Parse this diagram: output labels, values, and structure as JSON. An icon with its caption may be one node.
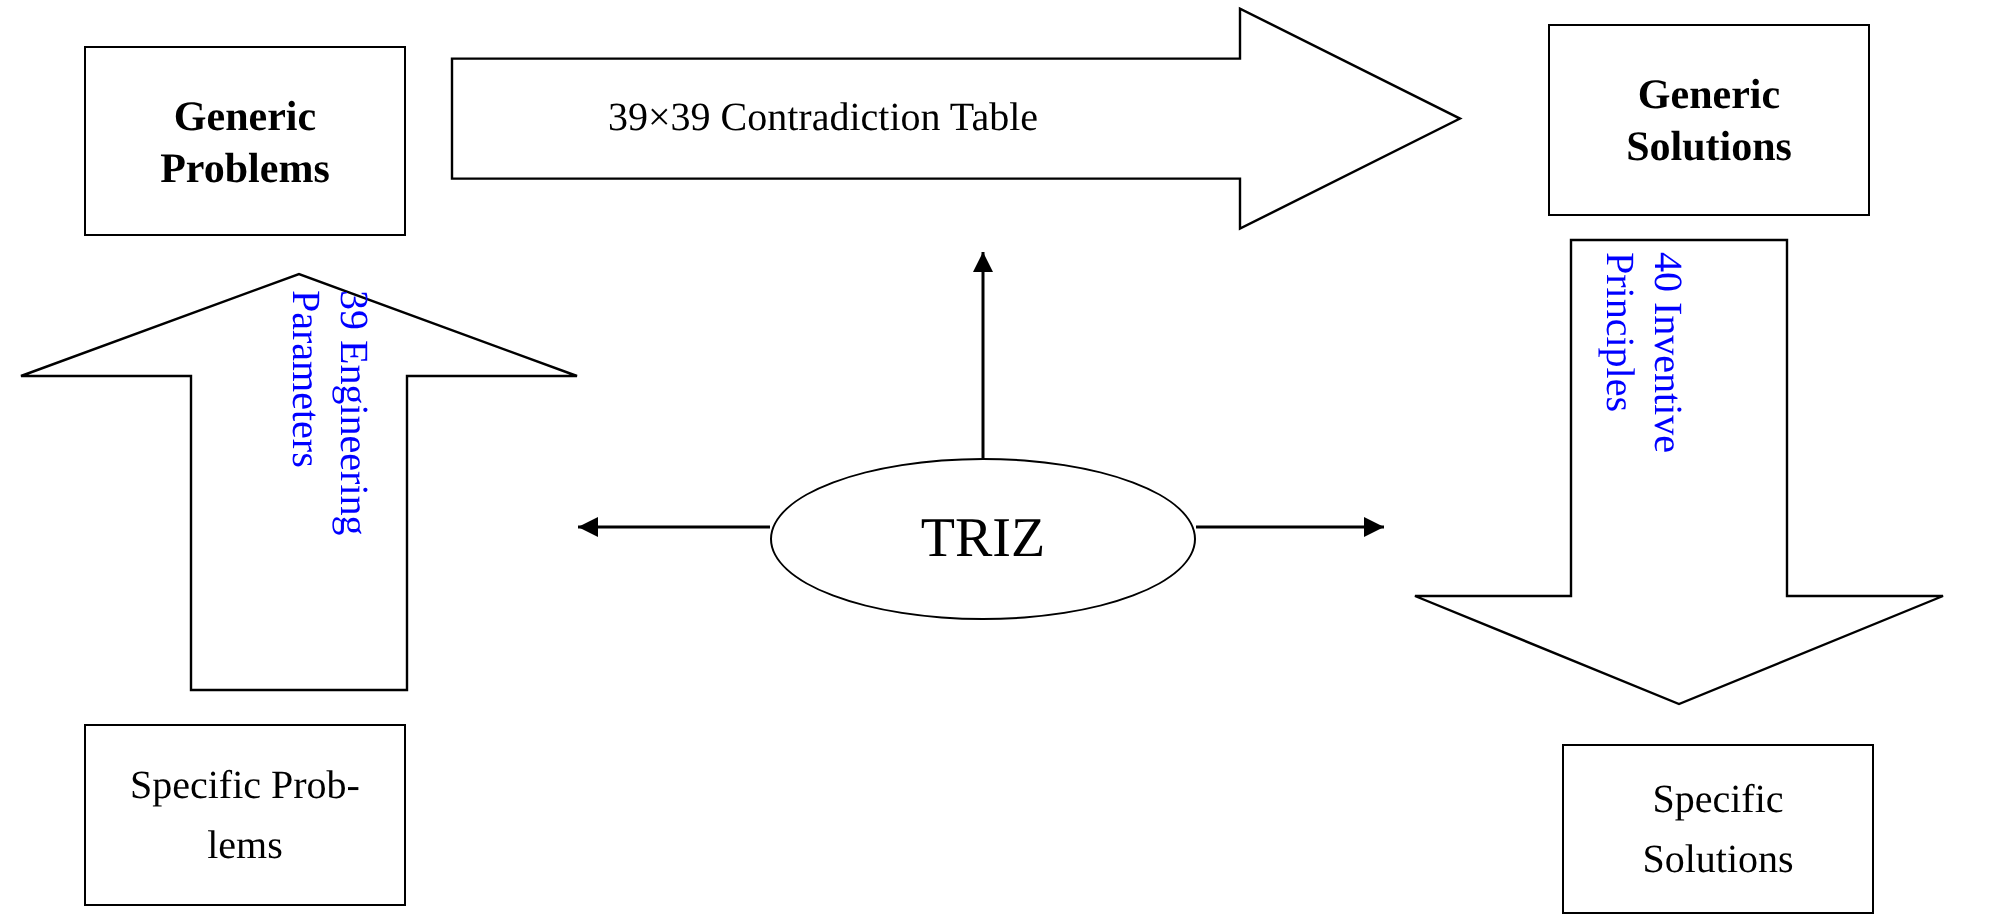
{
  "diagram": {
    "nodes": [
      {
        "text": [
          "Generic Problems"
        ]
      },
      {
        "text": [
          "Generic Solutions"
        ]
      },
      {
        "text": [
          "TRIZ"
        ]
      },
      {
        "text": [
          "Specific Prob-lems"
        ]
      },
      {
        "text": [
          "Specific Solutions"
        ]
      }
    ],
    "edges": [
      {
        "from": 0,
        "to": 1,
        "arrow": "to",
        "label": "39×39 Contradiction Table"
      },
      {
        "from": 3,
        "to": 0,
        "arrow": "to",
        "label": "39 Engineering Parameters"
      },
      {
        "from": 1,
        "to": 4,
        "arrow": "to",
        "label": "40 Inventive Principles"
      },
      {
        "from": 2,
        "to": null,
        "arrow": "to"
      },
      {
        "from": 2,
        "to": null,
        "arrow": "to"
      },
      {
        "from": 2,
        "to": null,
        "arrow": "to"
      }
    ]
  }
}
